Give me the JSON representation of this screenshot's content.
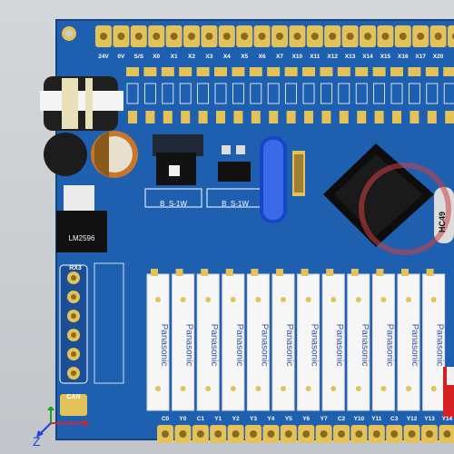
{
  "scene": "3D PCB render viewer",
  "board": {
    "color": "#1f5fb0",
    "chips": {
      "regulator": "LM2596",
      "crystal": "HC49",
      "bridge_left": "B_S-1W",
      "bridge_right": "B_S-1W"
    },
    "top_header_labels": [
      "24V",
      "0V",
      "S/S",
      "X0",
      "X1",
      "X2",
      "X3",
      "X4",
      "X5",
      "X6",
      "X7",
      "X10",
      "X11",
      "X12",
      "X13",
      "X14",
      "X15",
      "X16",
      "X17",
      "X20"
    ],
    "bottom_header_labels": [
      "C0",
      "Y0",
      "C1",
      "Y1",
      "Y2",
      "Y3",
      "Y4",
      "Y5",
      "Y6",
      "Y7",
      "C2",
      "Y10",
      "Y11",
      "C3",
      "Y12",
      "Y13",
      "Y14"
    ],
    "relay_brand": "Panasonic",
    "relay_count": 12,
    "port_labels": {
      "rx": "RX3",
      "can": "CAN"
    }
  },
  "axes": {
    "z_label": "Z",
    "x_color": "#e02020",
    "y_color": "#20a020",
    "z_color": "#2040e0"
  }
}
